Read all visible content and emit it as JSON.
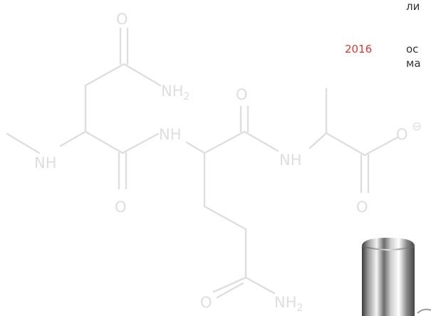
{
  "timeline": {
    "top_fragment": "ли",
    "entry_year": "2016",
    "entry_text_line1": "ос",
    "entry_text_line2": "ма",
    "year_color": "#e03a2e"
  },
  "molecule": {
    "atoms": {
      "o_top": "O",
      "nh2_top": "NH",
      "nh2_top_sub": "2",
      "o_middle": "O",
      "nh_left": "NH",
      "nh_mid": "NH",
      "nh_right": "NH",
      "o_carboxyl": "O",
      "charge": "⊖",
      "o_lower_left": "O",
      "o_lower_right": "O",
      "o_bottom": "O",
      "nh2_bottom": "NH",
      "nh2_bottom_sub": "2"
    },
    "color": "#dedede"
  }
}
